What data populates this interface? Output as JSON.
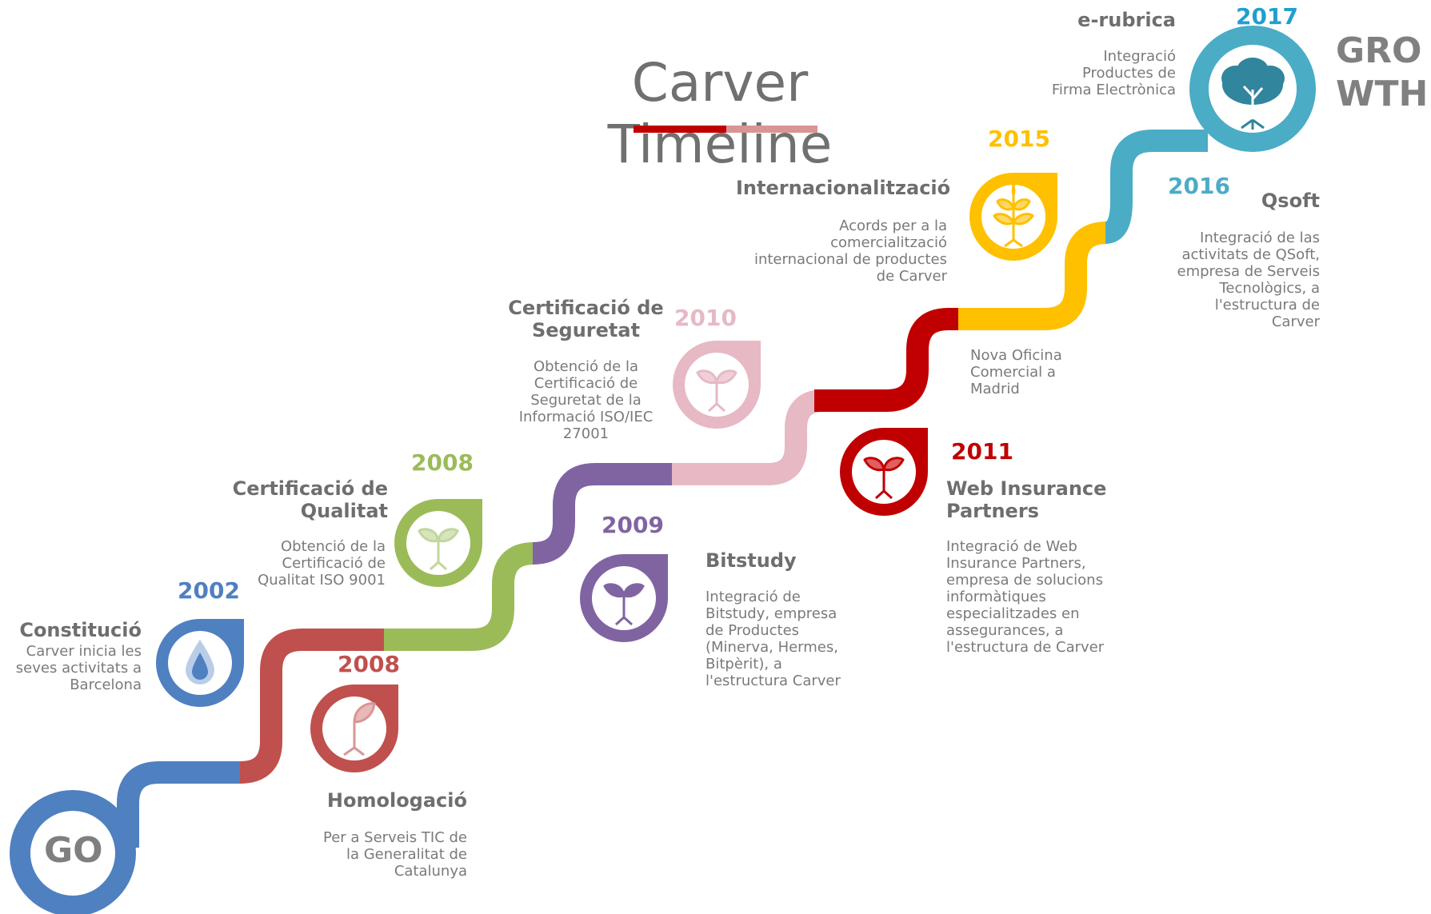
{
  "title": "Carver Timeline",
  "colors": {
    "blue": "#4f80c0",
    "red": "#c0504d",
    "green": "#9bbb59",
    "purple": "#8064a2",
    "pink": "#e6b9c4",
    "crimson": "#c00000",
    "yellow": "#ffc000",
    "teal": "#4bacc6",
    "rule_dark": "#c00000",
    "rule_light": "#d99594"
  },
  "start_label": "GO",
  "end_label_line1": "GRO",
  "end_label_line2": "WTH",
  "milestones": [
    {
      "year": "2002",
      "heading": "Constitució",
      "description": "Carver inicia les\nseves activitats a\nBarcelona",
      "icon": "water-drop-icon"
    },
    {
      "year": "2008",
      "heading": "Homologació",
      "description": "Per a  Serveis TIC de\nla Generalitat de\nCatalunya",
      "icon": "sprout-icon"
    },
    {
      "year": "2008",
      "heading": "Certificació de\nQualitat",
      "description": "Obtenció de la\nCertificació de\nQualitat  ISO 9001",
      "icon": "sprout-icon"
    },
    {
      "year": "2009",
      "heading": "Bitstudy",
      "description": "Integració de\nBitstudy, empresa\nde Productes\n(Minerva, Hermes,\nBitpèrit), a\nl'estructura Carver",
      "icon": "sprout-icon"
    },
    {
      "year": "2010",
      "heading": "Certificació de\nSeguretat",
      "description": "Obtenció de la\nCertificació de\nSeguretat de la\nInformació ISO/IEC\n27001",
      "icon": "sprout-icon"
    },
    {
      "year": "2011",
      "heading": "Web Insurance\nPartners",
      "description": "Integració de Web\nInsurance Partners,\nempresa de solucions\ninformàtiques\nespecialitzades en\nassegurances, a\nl'estructura de Carver",
      "icon": "sprout-icon"
    },
    {
      "year": "",
      "heading": "",
      "description": "Nova Oficina\nComercial a\nMadrid",
      "icon": ""
    },
    {
      "year": "2015",
      "heading": "Internacionalització",
      "description": "Acords per a la\ncomercialització\ninternacional de productes\nde Carver",
      "icon": "plant-icon"
    },
    {
      "year": "2016",
      "heading": "Qsoft",
      "description": "Integració de las\nactivitats de QSoft,\nempresa de Serveis\nTecnològics, a\nl'estructura de\nCarver",
      "icon": ""
    },
    {
      "year": "2017",
      "heading": "e-rubrica",
      "description": "Integració\nProductes de\nFirma Electrònica",
      "icon": "tree-icon"
    }
  ]
}
